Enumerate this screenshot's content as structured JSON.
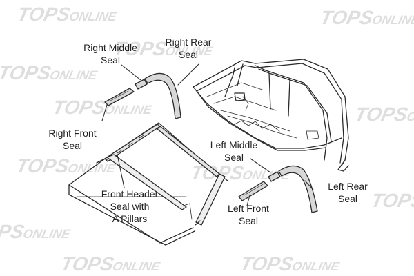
{
  "watermark": {
    "brand": "TOPS",
    "suffix": "ONLINE",
    "color": "#cfcfcf"
  },
  "labels": {
    "right_middle_seal": [
      "Right Middle",
      "Seal"
    ],
    "right_rear_seal": [
      "Right Rear",
      "Seal"
    ],
    "right_front_seal": [
      "Right Front",
      "Seal"
    ],
    "left_middle_seal": [
      "Left Middle",
      "Seal"
    ],
    "left_rear_seal": [
      "Left Rear",
      "Seal"
    ],
    "left_front_seal": [
      "Left Front",
      "Seal"
    ],
    "front_header_seal": [
      "Front Header",
      "Seal with",
      "A Pillars"
    ]
  },
  "colors": {
    "line": "#2a2a2a",
    "text": "#222222",
    "seal_fill": "#d8d8d8"
  }
}
